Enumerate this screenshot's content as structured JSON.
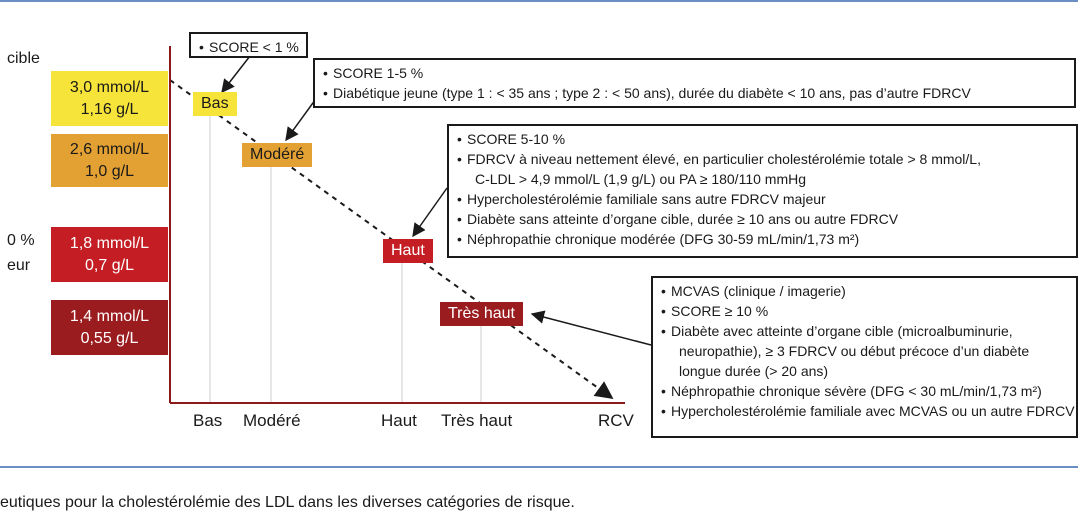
{
  "colors": {
    "rule": "#6b8fc5",
    "axis": "#8b1a1a",
    "grid": "#cfcfcf",
    "yellow": "#f7e43a",
    "orange": "#e3a133",
    "red": "#c41e24",
    "dark_red": "#9b1c1f"
  },
  "side_labels": {
    "line1": "cible",
    "line2": "0 %",
    "line3": "eur"
  },
  "targets": [
    {
      "line1": "3,0 mmol/L",
      "line2": "1,16 g/L"
    },
    {
      "line1": "2,6 mmol/L",
      "line2": "1,0 g/L"
    },
    {
      "line1": "1,8 mmol/L",
      "line2": "0,7 g/L"
    },
    {
      "line1": "1,4 mmol/L",
      "line2": "0,55 g/L"
    }
  ],
  "levels": [
    "Bas",
    "Modéré",
    "Haut",
    "Très haut"
  ],
  "x_axis": {
    "ticks": [
      "Bas",
      "Modéré",
      "Haut",
      "Très haut"
    ],
    "label": "RCV"
  },
  "callouts": {
    "bas": [
      "SCORE < 1 %"
    ],
    "modere": [
      "SCORE 1-5 %",
      "Diabétique jeune (type 1 : < 35 ans ; type 2 : < 50 ans), durée du diabète < 10 ans, pas d’autre FDRCV"
    ],
    "haut": {
      "items": [
        "SCORE 5-10 %",
        "FDRCV à niveau nettement élevé, en particulier cholestérolémie totale > 8 mmol/L,",
        "C-LDL > 4,9 mmol/L (1,9 g/L) ou PA ≥ 180/110 mmHg",
        "Hypercholestérolémie familiale sans autre FDRCV majeur",
        "Diabète sans atteinte d’organe cible, durée ≥ 10 ans ou autre FDRCV",
        "Néphropathie chronique modérée (DFG 30-59 mL/min/1,73 m²)"
      ]
    },
    "tres_haut": {
      "items": [
        "MCVAS (clinique / imagerie)",
        "SCORE ≥ 10 %",
        "Diabète avec atteinte d’organe cible (microalbuminurie,",
        "neuropathie), ≥ 3 FDRCV ou début précoce d’un diabète",
        "longue durée (> 20 ans)",
        "Néphropathie chronique sévère (DFG < 30 mL/min/1,73 m²)",
        "Hypercholestérolémie familiale avec MCVAS ou un autre FDRCV"
      ]
    }
  },
  "caption": "eutiques pour la cholestérolémie des LDL dans les diverses catégories de risque."
}
